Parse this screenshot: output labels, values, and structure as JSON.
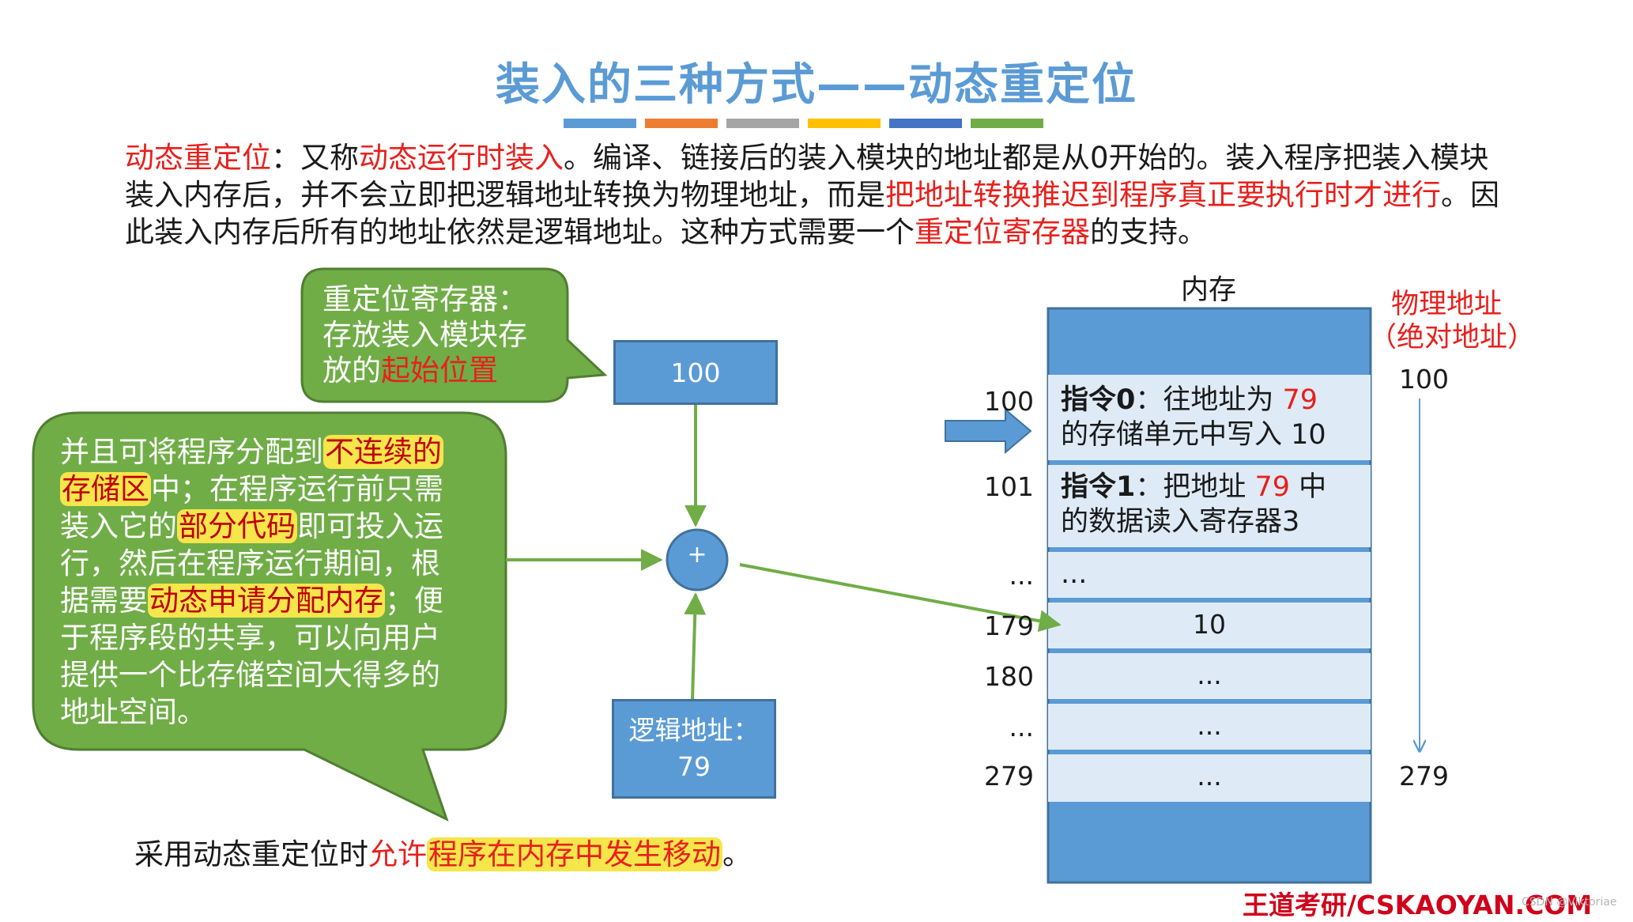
{
  "title": "装入的三种方式——动态重定位",
  "title_bar_colors": [
    "#5b9bd5",
    "#ed7d31",
    "#a5a5a5",
    "#ffc000",
    "#4472c4",
    "#70ad47"
  ],
  "intro": {
    "p1_red": "动态重定位",
    "p2": "：又称",
    "p3_red": "动态运行时装入",
    "p4": "。编译、链接后的装入模块的地址都是从0开始的。装入程序把装入模块装入内存后，并不会立即把逻辑地址转换为物理地址，而是",
    "p5_red": "把地址转换推迟到程序真正要执行时才进行",
    "p6": "。因此装入内存后所有的地址依然是逻辑地址。这种方式需要一个",
    "p7_red": "重定位寄存器",
    "p8": "的支持。"
  },
  "callout_register": {
    "line1": "重定位寄存器：",
    "line2": "存放装入模块存",
    "line3_a": "放的",
    "line3_red": "起始位置"
  },
  "callout_advantages": {
    "line1_a": "并且可将程序分配到",
    "line1_hl": "不连续的",
    "line2_hl": "存储区",
    "line2_b": "中；在程序运行前只需",
    "line3_a": "装入它的",
    "line3_hl": "部分代码",
    "line3_b": "即可投入运",
    "line4": "行，然后在程序运行期间，根",
    "line5_a": "据需要",
    "line5_hl": "动态申请分配内存",
    "line5_b": "；便",
    "line6": "于程序段的共享，可以向用户",
    "line7": "提供一个比存储空间大得多的",
    "line8": "地址空间。"
  },
  "register_value": "100",
  "adder_symbol": "+",
  "logical_address": {
    "label": "逻辑地址：",
    "value": "79"
  },
  "memory": {
    "title": "内存",
    "physical_label_1": "物理地址",
    "physical_label_2": "（绝对地址）",
    "phys_start": "100",
    "phys_end": "279",
    "rows": [
      {
        "label": "100",
        "bold": "指令0",
        "text_a": "：往地址为 ",
        "text_red": "79",
        "text_b": "",
        "line2": "的存储单元中写入 10"
      },
      {
        "label": "101",
        "bold": "指令1",
        "text_a": "：把地址 ",
        "text_red": "79",
        "text_b": " 中",
        "line2": "的数据读入寄存器3"
      },
      {
        "label": "...",
        "content": "..."
      },
      {
        "label": "179",
        "content": "10"
      },
      {
        "label": "180",
        "content": "..."
      },
      {
        "label": "...",
        "content": "..."
      },
      {
        "label": "279",
        "content": "..."
      }
    ]
  },
  "footer_note": {
    "a": "采用动态重定位时",
    "red1": "允许",
    "red_hl": "程序在内存中发生移动",
    "b": "。"
  },
  "logo": "王道考研/CSKAOYAN.COM",
  "watermark": "CSDN @Viktoriae"
}
